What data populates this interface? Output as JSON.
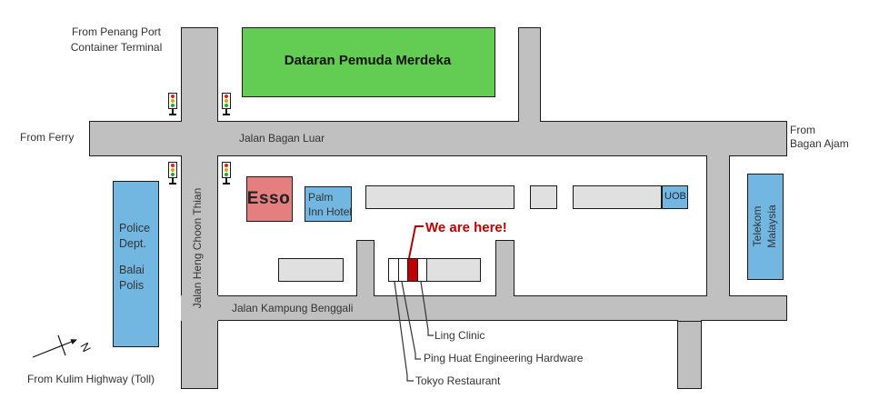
{
  "colors": {
    "road": "#C0C0C0",
    "outline": "#1A1A1A",
    "building_gray": "#E0E0E0",
    "landmark_green": "#63CC52",
    "landmark_blue": "#72B7E2",
    "esso_red": "#E57E7E",
    "marker_red": "#C00000",
    "marker_text_red": "#BB0000",
    "label_text": "#333333"
  },
  "origins": {
    "penang_port_line1": "From Penang Port",
    "penang_port_line2": "Container Terminal",
    "ferry": "From Ferry",
    "bagan_ajam_line1": "From",
    "bagan_ajam_line2": "Bagan Ajam",
    "kulim": "From Kulim Highway (Toll)"
  },
  "streets": {
    "bagan_luar": "Jalan Bagan Luar",
    "heng_choon_thian": "Jalan Heng Choon Thian",
    "kampung_benggali": "Jalan Kampung Benggali"
  },
  "places": {
    "dataran": "Dataran Pemuda Merdeka",
    "esso": "Esso",
    "palm_inn": "Palm\nInn Hotel",
    "uob": "UOB",
    "police_en": "Police Dept.",
    "police_ms": "Balai Polis",
    "telekom_line1": "Telekom",
    "telekom_line2": "Malaysia"
  },
  "shops": {
    "marker": "We are here!",
    "ling": "Ling Clinic",
    "ping": "Ping Huat Engineering Hardware",
    "tokyo": "Tokyo Restaurant"
  },
  "compass": {
    "north": "N"
  },
  "traffic_light_colors": [
    "#E02020",
    "#D4A800",
    "#28A828"
  ]
}
